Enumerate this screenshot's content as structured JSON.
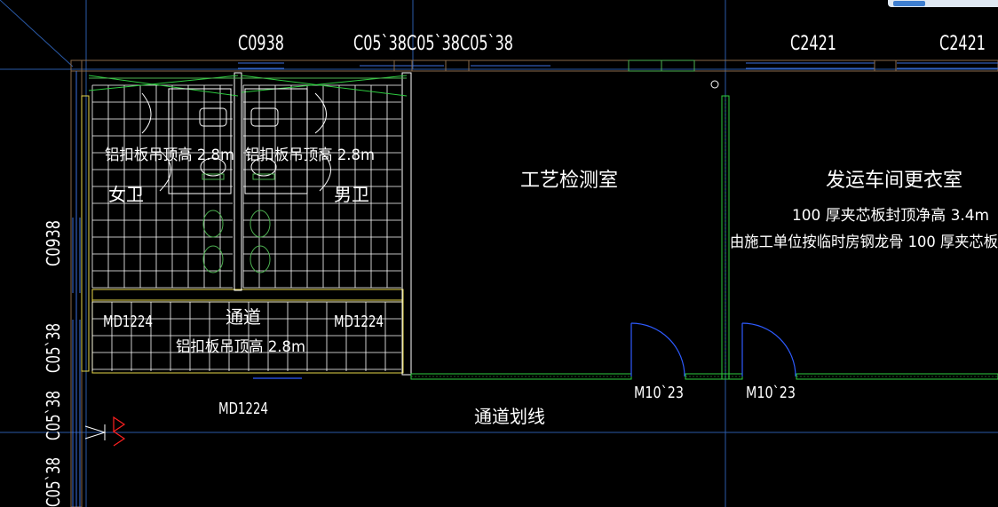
{
  "colors": {
    "background": "#000000",
    "wall": "#8a6a4a",
    "window": "#3b6fe0",
    "partition_green": "#2ecc40",
    "fixture_green": "#4caf50",
    "tile_grid": "#ffffff",
    "ceiling_yellow": "#e6d64a",
    "door_blue": "#2e5bff",
    "text": "#ffffff",
    "grid_axis": "#2a5aa8",
    "marker_red": "#ff2020"
  },
  "labels": {
    "top_windows": [
      "C0938",
      "C05`38",
      "C05`38",
      "C05`38",
      "C2421",
      "C2421"
    ],
    "left_windows": [
      "C0938",
      "C05`38",
      "C05`38",
      "C05`38"
    ],
    "rooms": {
      "women_wc": "女卫",
      "men_wc": "男卫",
      "corridor": "通道",
      "process_test_room": "工艺检测室",
      "locker_room": "发运车间更衣室",
      "aisle_marking": "通道划线"
    },
    "ceiling_notes": {
      "women_wc": "铝扣板吊顶高   2.8m",
      "men_wc": "铝扣板吊顶高   2.8m",
      "corridor": "铝扣板吊顶高   2.8m",
      "locker_ceiling": "100  厚夹芯板封顶净高    3.4m",
      "locker_partition": "由施工单位按临时房钢龙骨       100  厚夹芯板"
    },
    "doors": {
      "corridor_left": "MD1224",
      "corridor_right": "MD1224",
      "entrance": "MD1224",
      "test_room": "M10`23",
      "locker_room": "M10`23"
    }
  }
}
